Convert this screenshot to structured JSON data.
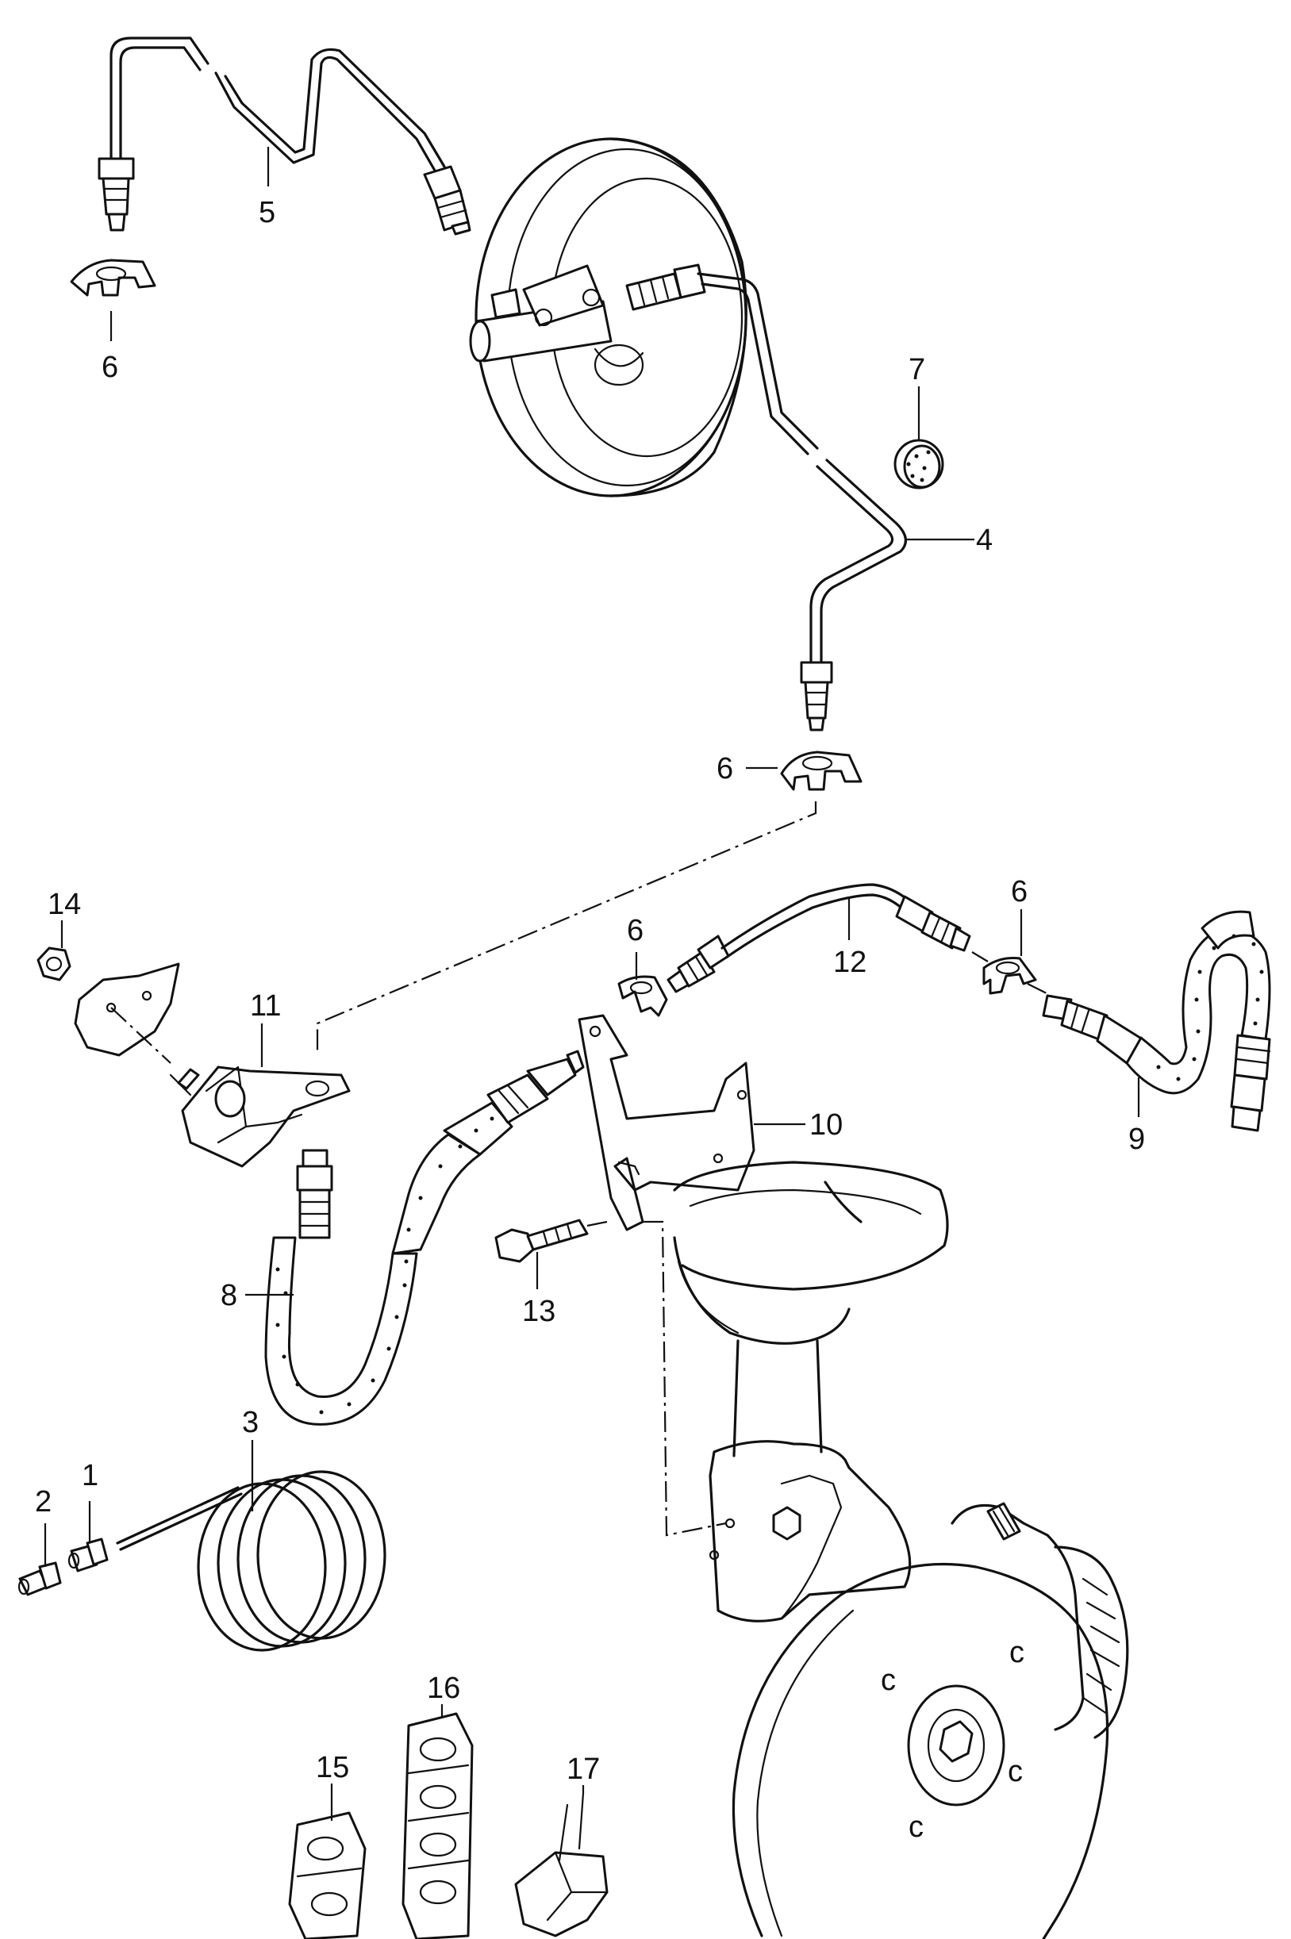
{
  "callouts": [
    {
      "id": "1",
      "text": "1"
    },
    {
      "id": "2",
      "text": "2"
    },
    {
      "id": "3",
      "text": "3"
    },
    {
      "id": "4",
      "text": "4"
    },
    {
      "id": "5",
      "text": "5"
    },
    {
      "id": "6a",
      "text": "6"
    },
    {
      "id": "6b",
      "text": "6"
    },
    {
      "id": "6c",
      "text": "6"
    },
    {
      "id": "6d",
      "text": "6"
    },
    {
      "id": "7",
      "text": "7"
    },
    {
      "id": "8",
      "text": "8"
    },
    {
      "id": "9",
      "text": "9"
    },
    {
      "id": "10",
      "text": "10"
    },
    {
      "id": "11",
      "text": "11"
    },
    {
      "id": "12",
      "text": "12"
    },
    {
      "id": "13",
      "text": "13"
    },
    {
      "id": "14",
      "text": "14"
    },
    {
      "id": "15",
      "text": "15"
    },
    {
      "id": "16",
      "text": "16"
    },
    {
      "id": "17",
      "text": "17"
    }
  ]
}
